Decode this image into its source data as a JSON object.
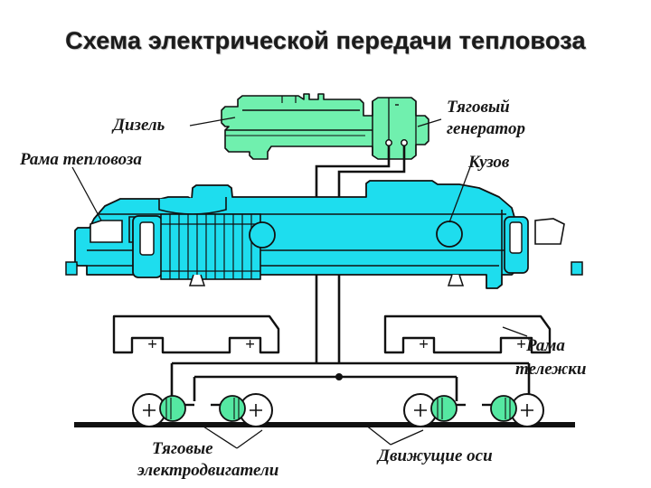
{
  "document": {
    "title": "Схема электрической передачи тепловоза",
    "type": "technical-diagram",
    "subject": "diesel-locomotive-electric-transmission"
  },
  "colors": {
    "body_fill": "#1EDDEE",
    "engine_fill": "#70F0AE",
    "motor_fill": "#55E8A2",
    "outline": "#111111",
    "background": "#FFFFFF",
    "title_text": "#1B1B1B"
  },
  "labels": {
    "diesel": "Дизель",
    "locomotive_frame": "Рама тепловоза",
    "traction_generator_line1": "Тяговый",
    "traction_generator_line2": "генератор",
    "body": "Кузов",
    "bogie_frame_line1": "Рама",
    "bogie_frame_line2": "тележки",
    "traction_motors_line1": "Тяговые",
    "traction_motors_line2": "электродвигатели",
    "driving_axles": "Движущие оси"
  },
  "components": {
    "wheel_axle_mark": "+",
    "bogie_notch_mark_left": "+",
    "bogie_notch_mark_right": "+",
    "wheels_per_bogie": 2,
    "bogies": 2,
    "traction_motors": 4,
    "generator_terminals": 2
  }
}
